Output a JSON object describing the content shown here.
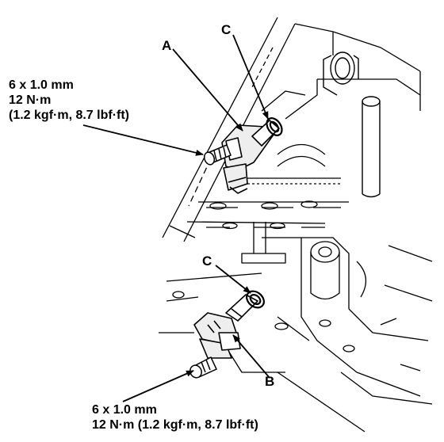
{
  "labels": {
    "a": "A",
    "b": "B",
    "c_top": "C",
    "c_bottom": "C"
  },
  "spec_top": {
    "size": "6 x 1.0 mm",
    "torque": "12 N·m",
    "conversion": "(1.2 kgf·m, 8.7 lbf·ft)"
  },
  "spec_bottom": {
    "size": "6 x 1.0 mm",
    "torque": "12 N·m (1.2 kgf·m, 8.7 lbf·ft)"
  },
  "colors": {
    "ink": "#000000",
    "paper": "#ffffff",
    "sensor_fill": "#eeeeee"
  }
}
